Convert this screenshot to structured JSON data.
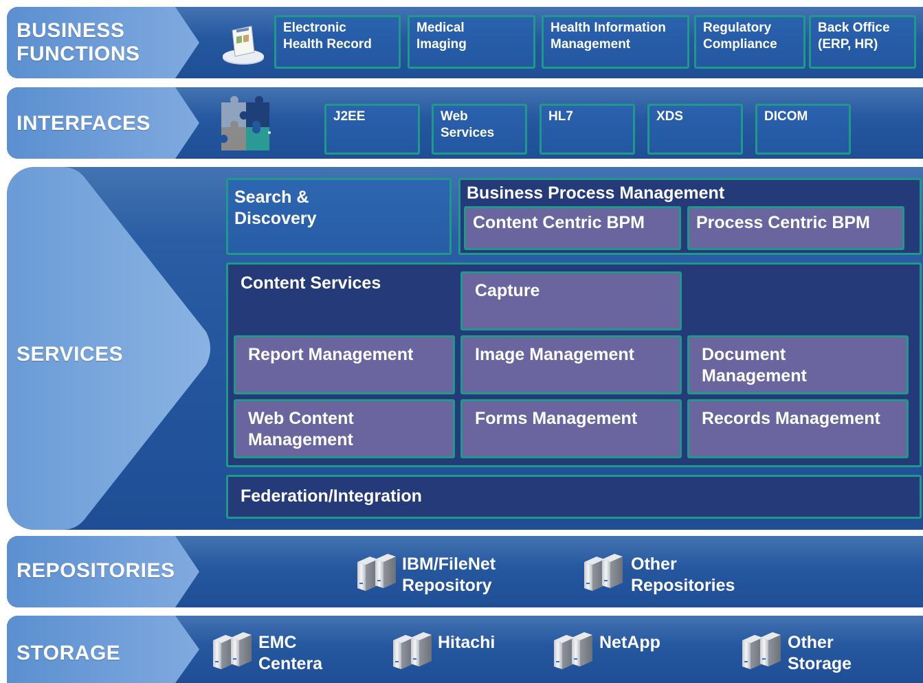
{
  "layers": {
    "business_functions": {
      "label_line1": "BUSINESS",
      "label_line2": "FUNCTIONS",
      "items": [
        {
          "line1": "Electronic",
          "line2": "Health Record"
        },
        {
          "line1": "Medical",
          "line2": "Imaging"
        },
        {
          "line1": "Health Information",
          "line2": "Management"
        },
        {
          "line1": "Regulatory",
          "line2": "Compliance"
        },
        {
          "line1": "Back Office",
          "line2": "(ERP, HR)"
        }
      ]
    },
    "interfaces": {
      "label": "INTERFACES",
      "items": [
        {
          "line1": "J2EE",
          "line2": ""
        },
        {
          "line1": "Web",
          "line2": "Services"
        },
        {
          "line1": "HL7",
          "line2": ""
        },
        {
          "line1": "XDS",
          "line2": ""
        },
        {
          "line1": "DICOM",
          "line2": ""
        }
      ]
    },
    "services": {
      "label": "SERVICES",
      "search": {
        "line1": "Search &",
        "line2": "Discovery"
      },
      "bpm": {
        "title": "Business Process Management",
        "content_centric": "Content Centric BPM",
        "process_centric": "Process Centric BPM"
      },
      "content_services": {
        "title": "Content Services",
        "capture": "Capture",
        "report_management": "Report Management",
        "image_management": "Image Management",
        "document_management": {
          "line1": "Document",
          "line2": "Management"
        },
        "web_content_management": {
          "line1": "Web Content",
          "line2": "Management"
        },
        "forms_management": "Forms Management",
        "records_management": "Records Management"
      },
      "federation": "Federation/Integration"
    },
    "repositories": {
      "label": "REPOSITORIES",
      "items": [
        {
          "line1": "IBM/FileNet",
          "line2": "Repository"
        },
        {
          "line1": "Other",
          "line2": "Repositories"
        }
      ]
    },
    "storage": {
      "label": "STORAGE",
      "items": [
        {
          "line1": "EMC",
          "line2": "Centera"
        },
        {
          "line1": "Hitachi",
          "line2": ""
        },
        {
          "line1": "NetApp",
          "line2": ""
        },
        {
          "line1": "Other",
          "line2": "Storage"
        }
      ]
    }
  },
  "colors": {
    "band": "#2658a0",
    "chevron": "#6f9ed9",
    "box_border": "#1f9a8a",
    "service_box": "#6a659f",
    "content_panel": "#253a78"
  },
  "icons": {
    "business_functions": "desktop-document-icon",
    "interfaces": "puzzle-pieces-icon",
    "servers": "server-tower-icon"
  }
}
